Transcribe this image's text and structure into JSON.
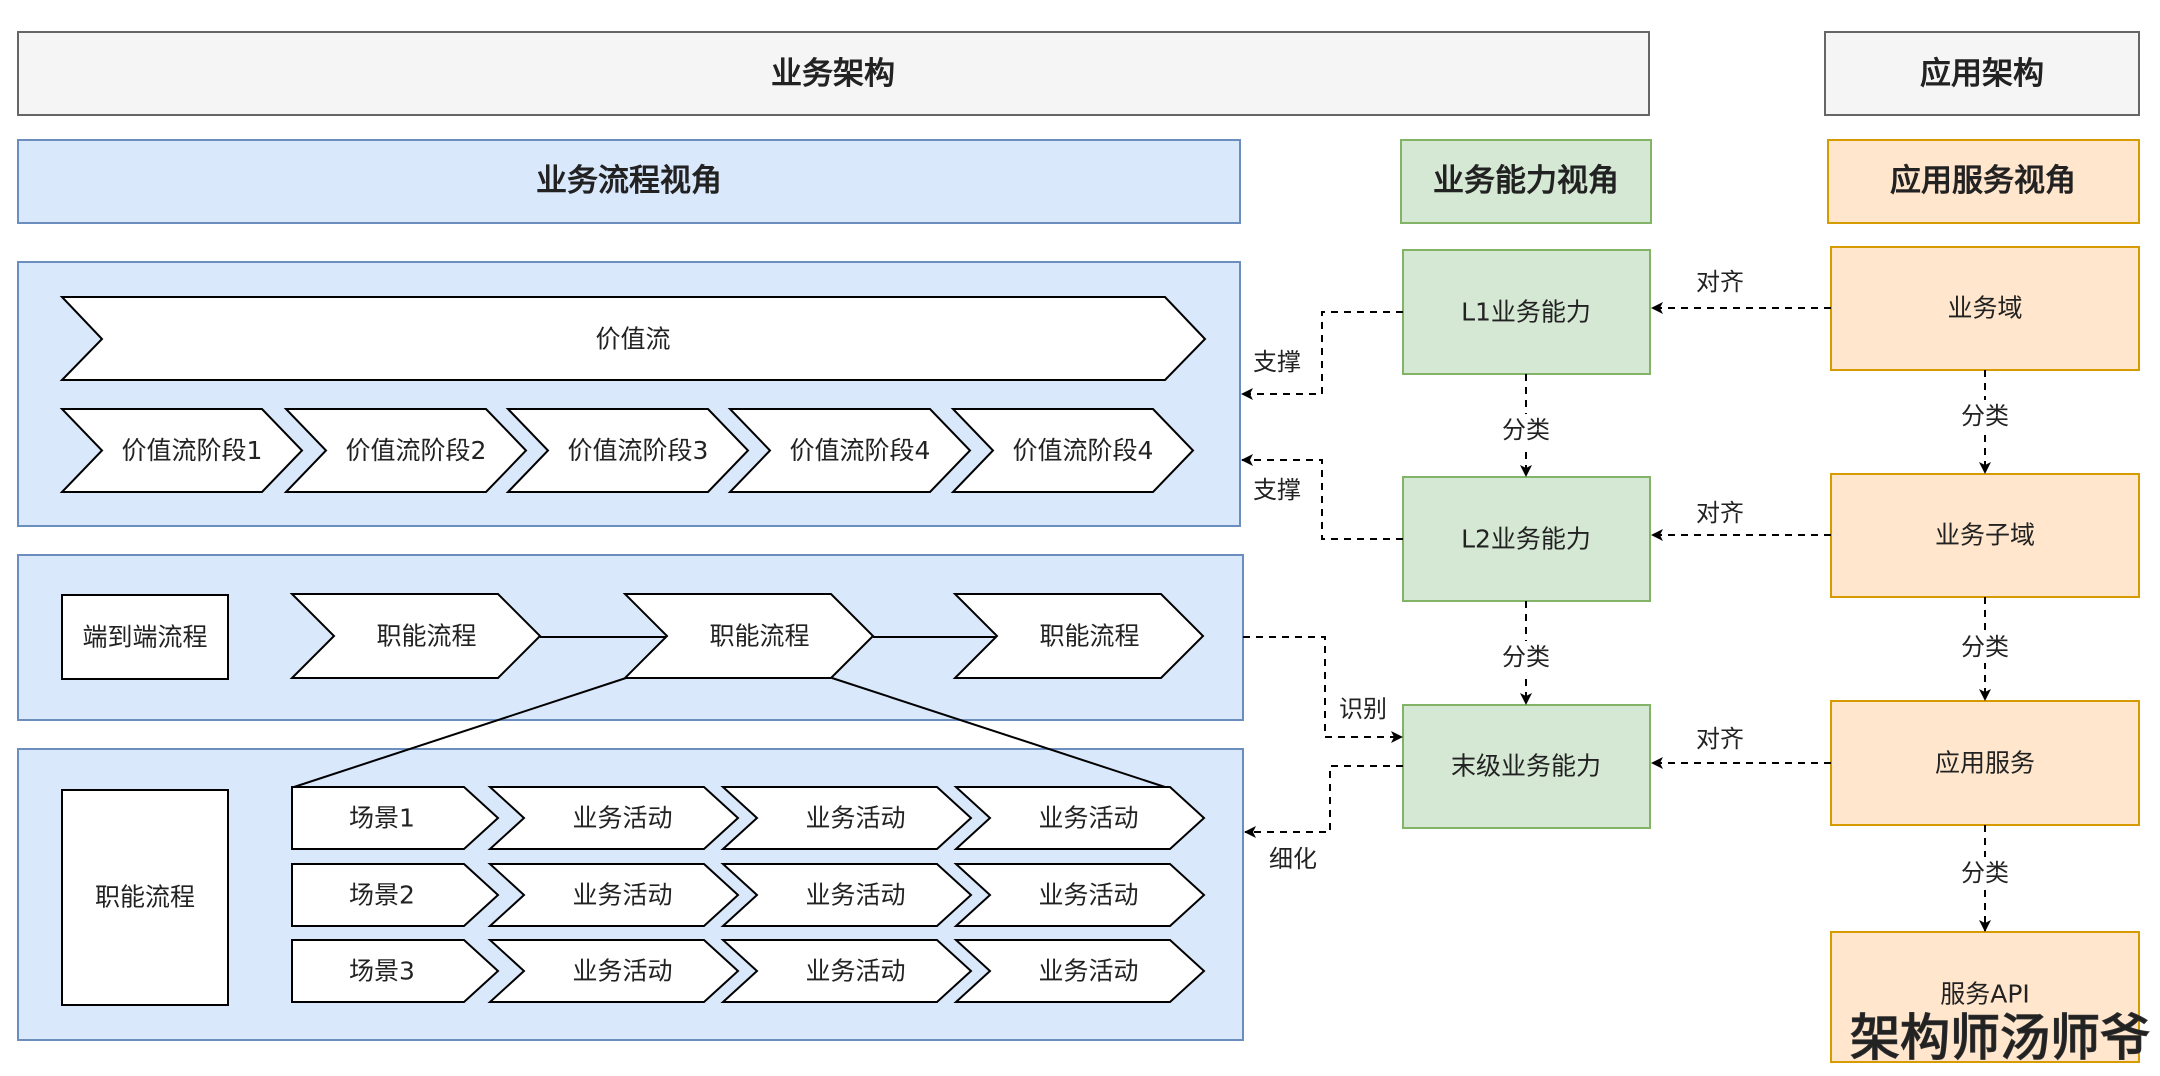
{
  "headers": {
    "business_architecture": "业务架构",
    "application_architecture": "应用架构",
    "process_view": "业务流程视角",
    "capability_view": "业务能力视角",
    "service_view": "应用服务视角"
  },
  "value_stream": {
    "title": "价值流",
    "stages": [
      "价值流阶段1",
      "价值流阶段2",
      "价值流阶段3",
      "价值流阶段4",
      "价值流阶段4"
    ]
  },
  "end_to_end": {
    "label": "端到端流程",
    "functions": [
      "职能流程",
      "职能流程",
      "职能流程"
    ]
  },
  "function_detail": {
    "label": "职能流程",
    "scenarios": [
      {
        "name": "场景1",
        "activities": [
          "业务活动",
          "业务活动",
          "业务活动"
        ]
      },
      {
        "name": "场景2",
        "activities": [
          "业务活动",
          "业务活动",
          "业务活动"
        ]
      },
      {
        "name": "场景3",
        "activities": [
          "业务活动",
          "业务活动",
          "业务活动"
        ]
      }
    ]
  },
  "capabilities": [
    "L1业务能力",
    "L2业务能力",
    "末级业务能力"
  ],
  "services": [
    "业务域",
    "业务子域",
    "应用服务",
    "服务API"
  ],
  "edge_labels": {
    "support": "支撑",
    "align": "对齐",
    "classify": "分类",
    "identify": "识别",
    "refine": "细化"
  },
  "watermark": "架构师汤师爷",
  "colors": {
    "header_gray_fill": "#f5f5f5",
    "header_gray_stroke": "#666666",
    "blue_fill": "#dae8fc",
    "blue_stroke": "#6c8ebf",
    "green_fill": "#d5e8d4",
    "green_stroke": "#82b366",
    "orange_fill": "#ffe6cc",
    "orange_stroke": "#d79b00"
  }
}
